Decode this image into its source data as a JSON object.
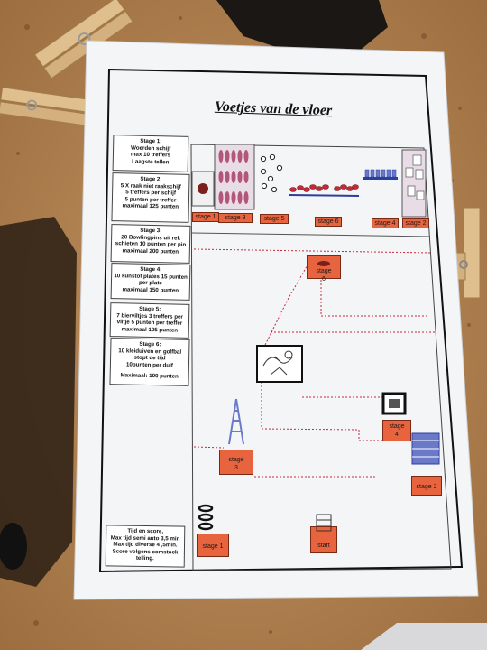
{
  "document": {
    "title": "Voetjes van de vloer",
    "rules": [
      {
        "lines": [
          "Stage 1:",
          "Woerden schijf",
          "max 10 treffers",
          "Laagste tellen"
        ]
      },
      {
        "lines": [
          "Stage 2:",
          "5 X raak niet raakschijf",
          "5 treffers per schijf",
          "5 punten per treffer",
          "maximaal 125 punten"
        ]
      },
      {
        "lines": [
          "Stage 3:",
          "20 Bowlingpins uit rek",
          "schieten 10 punten per pin",
          "maximaal 200 punten"
        ]
      },
      {
        "lines": [
          "Stage 4:",
          "10 kunstof plates 15 punten",
          "per plate",
          "maximaal 150 punten"
        ]
      },
      {
        "lines": [
          "Stage 5:",
          "7 bierviltjes 3 treffers per",
          "viltje 5 punten per treffer",
          "maximaal 105 punten"
        ]
      },
      {
        "lines": [
          "Stage 6:",
          "10 kleiduiven en golfbal",
          "stopt de tijd",
          "10punten per duif",
          "",
          "Maximaal: 100 punten"
        ]
      }
    ],
    "score_box": {
      "lines": [
        "Tijd en score,",
        "Max tijd semi auto 3,5 min",
        "Max tijd diverse 4 ,5min.",
        "Score volgens comstock",
        "telling."
      ]
    },
    "top_stage_labels": [
      "stage 1",
      "stage 3",
      "stage 5",
      "stage 6",
      "stage 4",
      "stage 2"
    ],
    "map_stages": [
      {
        "label": "stage",
        "num": "6"
      },
      {
        "label": "stage",
        "num": "4"
      },
      {
        "label": "stage",
        "num": "3"
      },
      {
        "label": "stage 2",
        "num": ""
      },
      {
        "label": "stage 1",
        "num": ""
      },
      {
        "label": "start",
        "num": ""
      }
    ]
  },
  "colors": {
    "stage_box": "#e8643e",
    "cardboard": "#b98a55",
    "paper": "#f4f5f7",
    "route": "#c8283a",
    "target_blue": "#6b79c9"
  },
  "icons": [
    "clothespin-icon",
    "clothespin-icon",
    "bowling-pins-icon",
    "clay-pigeon-icon",
    "ladder-icon",
    "barrel-stack-icon",
    "cartoon-image"
  ]
}
